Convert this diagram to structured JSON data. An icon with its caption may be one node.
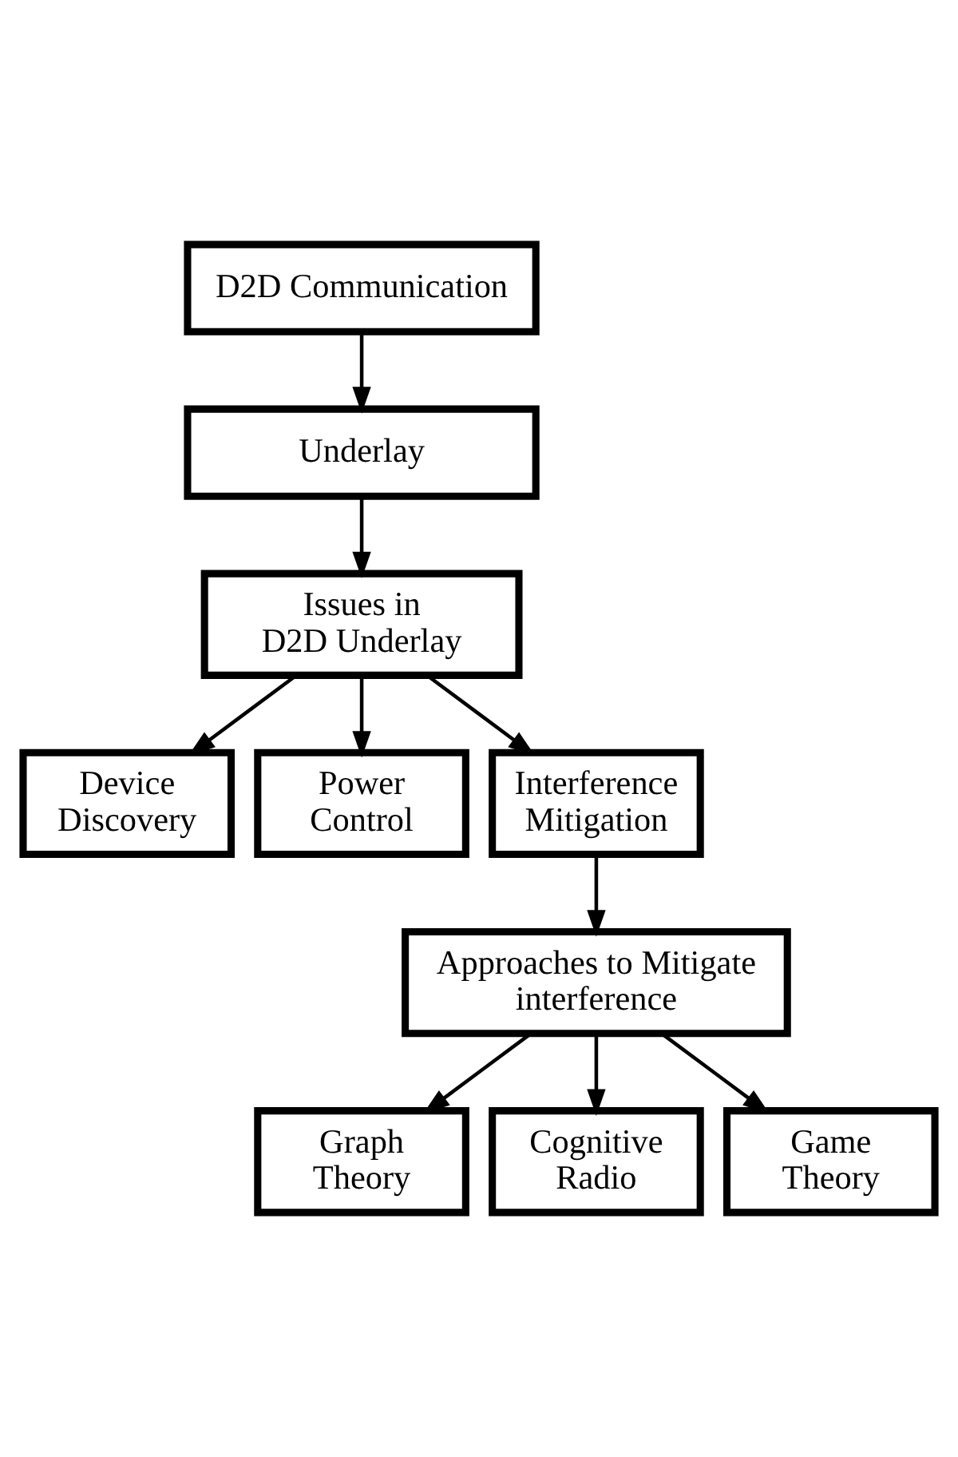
{
  "diagram": {
    "nodes": [
      {
        "text": [
          "D2D Communication"
        ]
      },
      {
        "text": [
          "Underlay"
        ]
      },
      {
        "text": [
          "Issues in D2D Underlay"
        ]
      },
      {
        "text": [
          "Device Discovery"
        ]
      },
      {
        "text": [
          "Power Control"
        ]
      },
      {
        "text": [
          "Interference Mitigation"
        ]
      },
      {
        "text": [
          "Approaches to Mitigate interference"
        ]
      },
      {
        "text": [
          "Graph Theory"
        ]
      },
      {
        "text": [
          "Cognitive Radio"
        ]
      },
      {
        "text": [
          "Game Theory"
        ]
      }
    ],
    "edges": [
      {
        "from": 0,
        "to": 1,
        "arrow": "to"
      },
      {
        "from": 1,
        "to": 2,
        "arrow": "to"
      },
      {
        "from": 2,
        "to": 3,
        "arrow": "to"
      },
      {
        "from": 2,
        "to": 4,
        "arrow": "to"
      },
      {
        "from": 2,
        "to": 5,
        "arrow": "to"
      },
      {
        "from": 5,
        "to": 6,
        "arrow": "to"
      },
      {
        "from": 6,
        "to": 7,
        "arrow": "to"
      },
      {
        "from": 6,
        "to": 8,
        "arrow": "to"
      },
      {
        "from": 6,
        "to": 9,
        "arrow": "to"
      }
    ]
  }
}
